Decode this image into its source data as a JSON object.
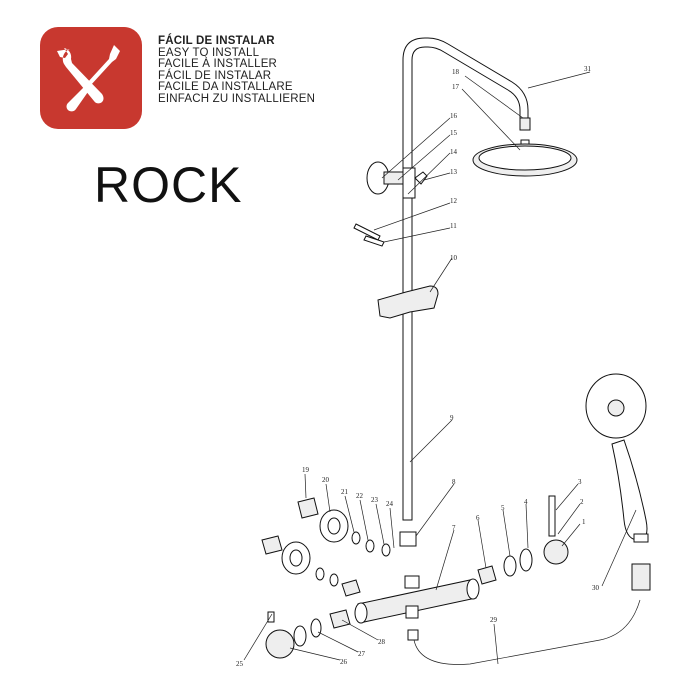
{
  "badge": {
    "icon": "wrench-screwdriver-icon",
    "color": "#c8382f"
  },
  "install_lines": [
    "FÁCIL DE INSTALAR",
    "EASY TO INSTALL",
    "FACILE À INSTALLER",
    "FÁCIL DE INSTALAR",
    "FACILE DA INSTALLARE",
    "EINFACH ZU INSTALLIEREN"
  ],
  "product_name": "ROCK",
  "callouts": [
    "1",
    "2",
    "3",
    "4",
    "5",
    "6",
    "7",
    "8",
    "9",
    "10",
    "11",
    "12",
    "13",
    "14",
    "15",
    "16",
    "17",
    "18",
    "19",
    "20",
    "21",
    "22",
    "23",
    "24",
    "25",
    "26",
    "27",
    "28",
    "29",
    "30",
    "31"
  ]
}
